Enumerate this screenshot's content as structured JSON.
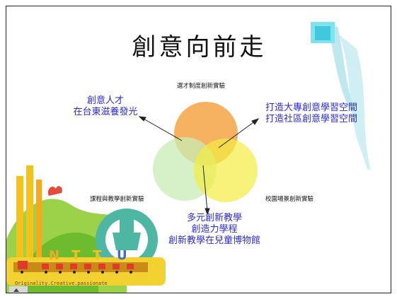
{
  "slide": {
    "title": "創意向前走",
    "venn_labels": {
      "top": "選才制度創新實驗",
      "left": "課程與教學創新實驗",
      "right": "校園場景創新實驗"
    },
    "callouts": {
      "left": [
        "創意人才",
        "在台東滋養發光"
      ],
      "right": [
        "打造大專創意學習空間",
        "打造社區創意學習空間"
      ],
      "bottom": [
        "多元創新教學",
        "創造力學程",
        "創新教學在兒童博物館"
      ]
    },
    "logo": {
      "letters": "NTTU",
      "tagline": "Originality.Creative.passionate"
    },
    "colors": {
      "callout_text": "#2b2be0",
      "circle_top": "#f5a545",
      "circle_left": "#c8ecb4",
      "circle_right": "#f4ec40"
    }
  }
}
